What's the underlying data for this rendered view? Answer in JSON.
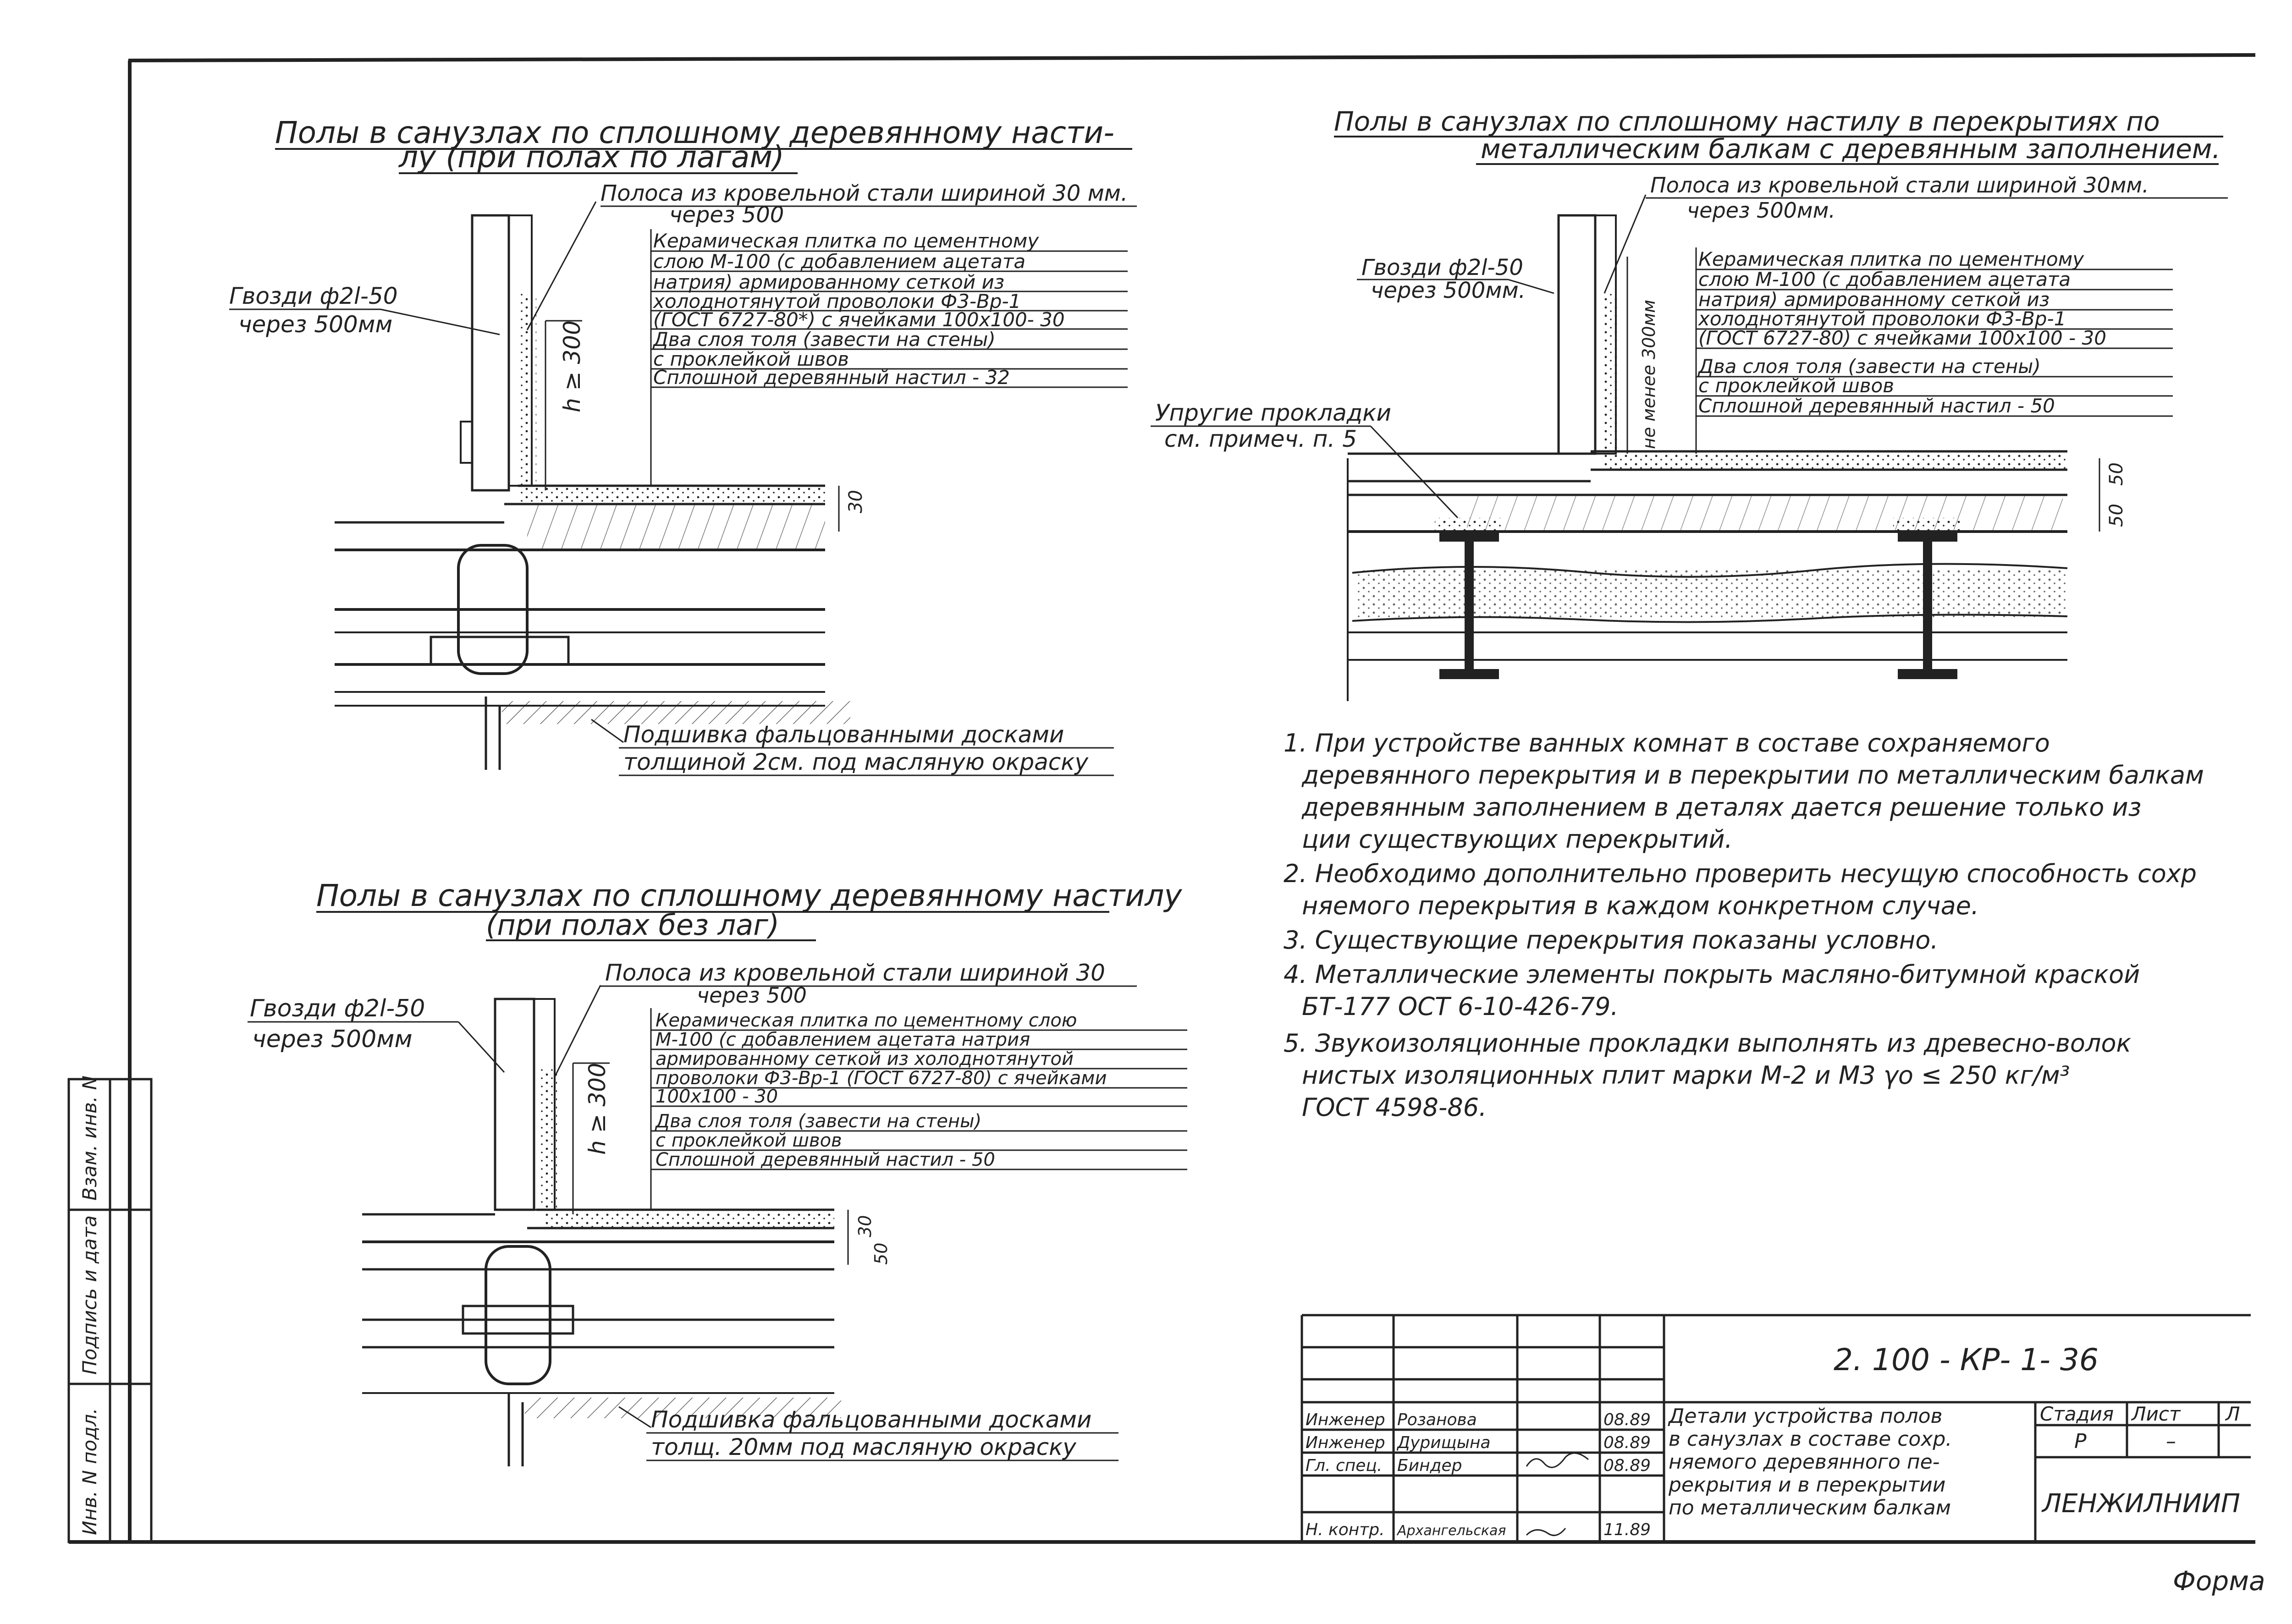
{
  "drawing_number": "2. 100 - КР- 1- 36",
  "format_label": "Форма",
  "organization": "ЛЕНЖИЛНИИП",
  "drawing_title": [
    "Детали устройства полов",
    "в санузлах в составе сохр.",
    "няемого деревянного пе-",
    "рекрытия и в перекрытии",
    "по металлическим балкам"
  ],
  "title_block": {
    "col_stage": "Стадия",
    "col_sheet": "Лист",
    "col_sheets": "Л",
    "stage_value": "Р",
    "sheet_value": "–",
    "rows": [
      {
        "role": "Инженер",
        "name": "Розанова",
        "date": "08.89"
      },
      {
        "role": "Инженер",
        "name": "Дурищына",
        "date": "08.89"
      },
      {
        "role": "Гл. спец.",
        "name": "Биндер",
        "date": "08.89"
      },
      {
        "role": "Н. контр.",
        "name": "Архангельская",
        "date": "11.89"
      }
    ]
  },
  "side_stamp": {
    "inv_orig": "Инв. N подл.",
    "sign_date": "Подпись и дата",
    "inv_repl": "Взам. инв. N"
  },
  "detail1": {
    "title_line1": "Полы в санузлах по сплошному деревянному насти-",
    "title_line2": "лу (при полах по лагам)",
    "strip_note_1": "Полоса из кровельной стали шириной 30 мм.",
    "strip_note_2": "через 500",
    "nails_1": "Гвозди ф2l-50",
    "nails_2": "через 500мм",
    "layers": [
      "Керамическая плитка по цементному",
      "слою М-100 (с добавлением ацетата",
      "натрия) армированному сеткой из",
      "холоднотянутой проволоки Ф3-Вр-1",
      "(ГОСТ 6727-80*) с ячейками 100х100- 30",
      "Два слоя толя (завести на стены)",
      "с проклейкой швов",
      "Сплошной деревянный настил - 32"
    ],
    "dim_h": "h ≥ 300",
    "dim_30": "30",
    "ceiling_1": "Подшивка фальцованными досками",
    "ceiling_2": "толщиной 2см. под масляную окраску"
  },
  "detail2": {
    "title_line1": "Полы в санузлах по сплошному настилу в перекрытиях по",
    "title_line2": "металлическим балкам с деревянным заполнением.",
    "strip_note_1": "Полоса из кровельной стали шириной 30мм.",
    "strip_note_2": "через 500мм.",
    "nails_1": "Гвозди ф2l-50",
    "nails_2": "через 500мм.",
    "layers": [
      "Керамическая плитка по цементному",
      "слою М-100 (с добавлением ацетата",
      "натрия) армированному сеткой из",
      "холоднотянутой проволоки Ф3-Вр-1",
      "(ГОСТ 6727-80) с ячейками 100х100 - 30",
      "Два слоя толя (завести на стены)",
      "с проклейкой швов",
      "Сплошной деревянный настил - 50"
    ],
    "pads_1": "Упругие прокладки",
    "pads_2": "см. примеч. п. 5",
    "dim_min": "не менее 300мм",
    "dim_50a": "50",
    "dim_50b": "50"
  },
  "detail3": {
    "title_line1": "Полы в санузлах по сплошному деревянному настилу",
    "title_line2": "(при полах без лаг)",
    "strip_note_1": "Полоса из кровельной стали шириной 30",
    "strip_note_2": "через 500",
    "nails_1": "Гвозди ф2l-50",
    "nails_2": "через 500мм",
    "layers": [
      "Керамическая плитка по цементному слою",
      "М-100 (с добавлением ацетата натрия",
      "армированному сеткой из холоднотянутой",
      "проволоки Ф3-Вр-1 (ГОСТ 6727-80) с ячейками",
      "100х100 - 30",
      "Два слоя толя (завести на стены)",
      "с проклейкой швов",
      "Сплошной деревянный настил - 50"
    ],
    "dim_h": "h ≥ 300",
    "dim_30": "30",
    "dim_50": "50",
    "ceiling_1": "Подшивка фальцованными досками",
    "ceiling_2": "толщ. 20мм под масляную окраску"
  },
  "notes": [
    [
      "1. При устройстве ванных комнат в составе сохраняемого",
      "деревянного перекрытия и в перекрытии по металлическим балкам",
      "деревянным заполнением в деталях дается решение только из",
      "ции существующих перекрытий."
    ],
    [
      "2. Необходимо дополнительно проверить несущую способность сохр",
      "няемого перекрытия в каждом конкретном случае."
    ],
    [
      "3. Существующие перекрытия показаны условно."
    ],
    [
      "4. Металлические элементы покрыть масляно-битумной краской",
      "БТ-177  ОСТ 6-10-426-79."
    ],
    [
      "5. Звукоизоляционные прокладки выполнять из древесно-волок",
      "нистых изоляционных плит марки М-2 и М3 γo ≤ 250 кг/м³",
      "ГОСТ 4598-86."
    ]
  ]
}
